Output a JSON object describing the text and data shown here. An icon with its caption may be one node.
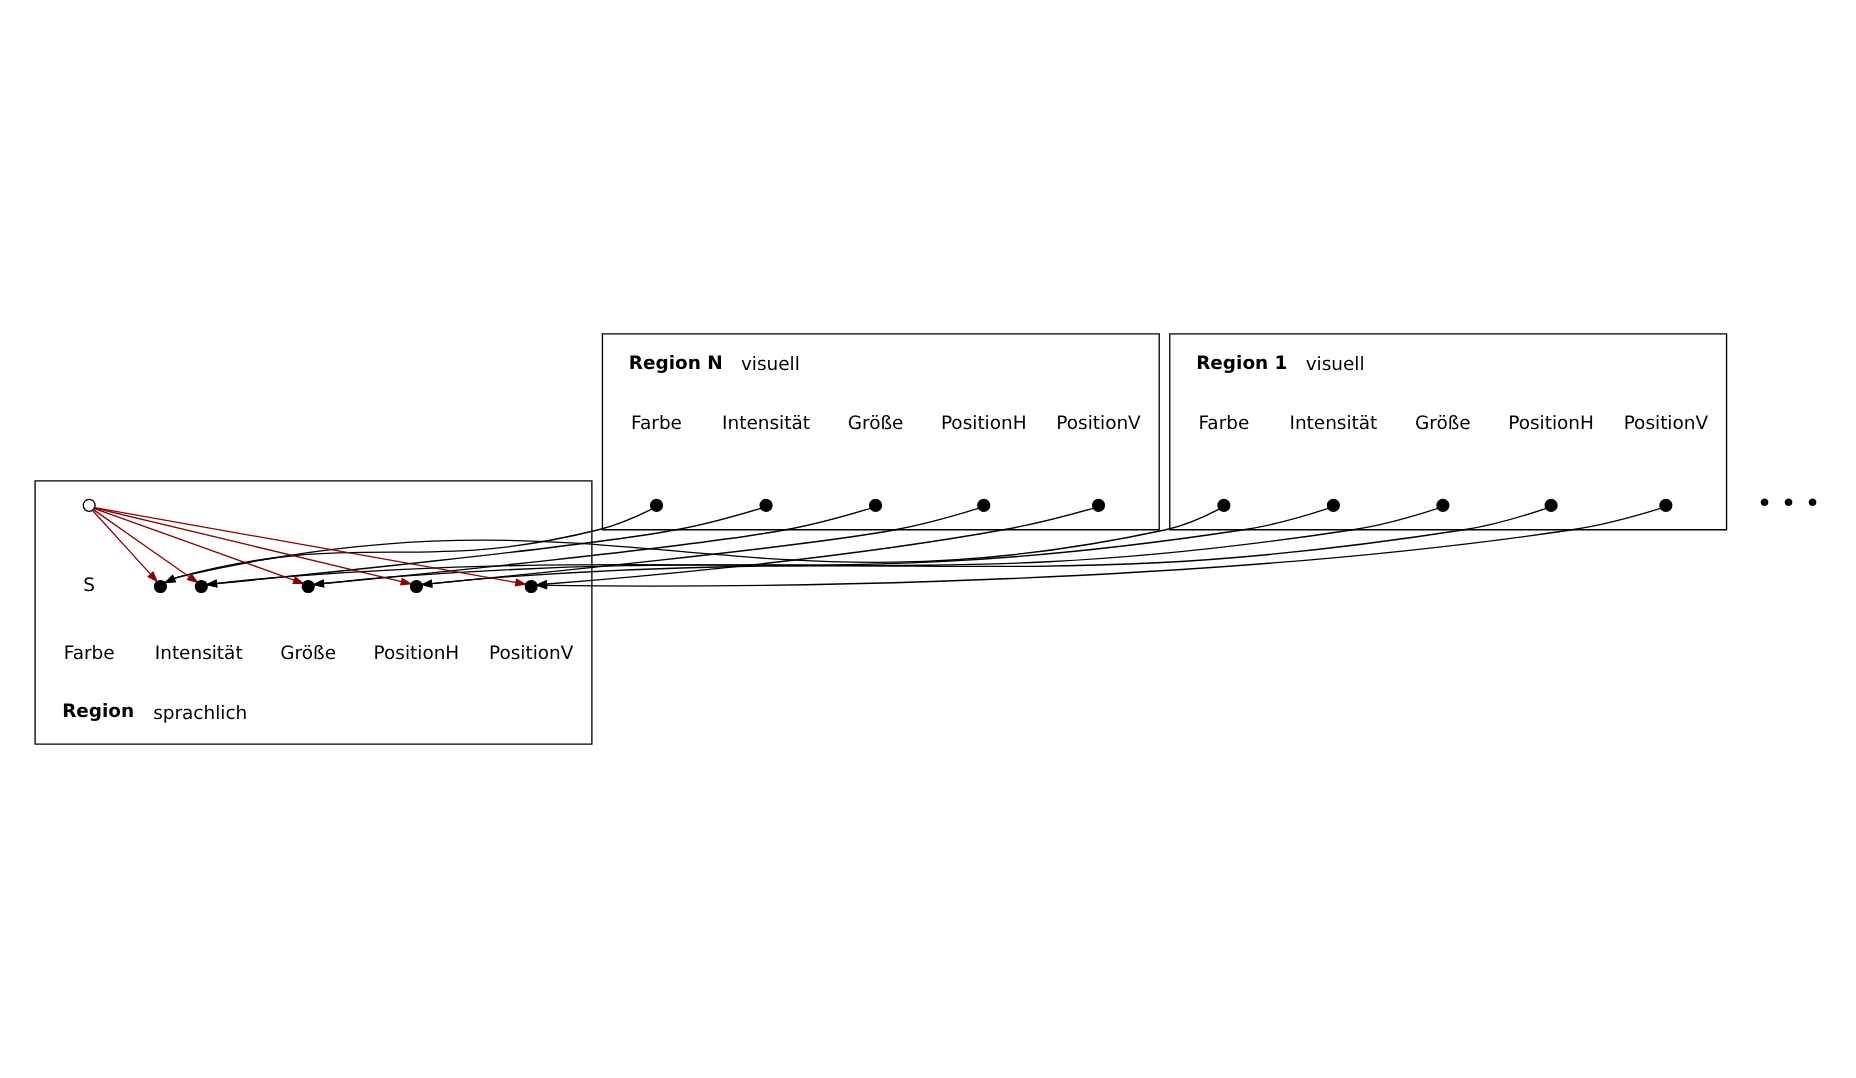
{
  "diagram": {
    "nodes": [
      {
        "text": [
          "Region 1",
          "visuell"
        ]
      },
      {
        "text": [],
        "shape": "circle",
        "beside": [
          "Farbe"
        ],
        "in": 0
      },
      {
        "text": [],
        "shape": "circle",
        "beside": [
          "Intensität"
        ],
        "in": 0
      },
      {
        "text": [],
        "shape": "circle",
        "beside": [
          "Größe"
        ],
        "in": 0
      },
      {
        "text": [],
        "shape": "circle",
        "beside": [
          "PositionH"
        ],
        "in": 0
      },
      {
        "text": [],
        "shape": "circle",
        "beside": [
          "PositionV"
        ],
        "in": 0
      },
      {
        "text": [
          "Region N",
          "visuell"
        ]
      },
      {
        "text": [],
        "shape": "circle",
        "beside": [
          "Farbe"
        ],
        "in": 6
      },
      {
        "text": [],
        "shape": "circle",
        "beside": [
          "Intensität"
        ],
        "in": 6
      },
      {
        "text": [],
        "shape": "circle",
        "beside": [
          "Größe"
        ],
        "in": 6
      },
      {
        "text": [],
        "shape": "circle",
        "beside": [
          "PositionH"
        ],
        "in": 6
      },
      {
        "text": [],
        "shape": "circle",
        "beside": [
          "PositionV"
        ],
        "in": 6
      },
      {
        "text": [
          "Region",
          "sprachlich"
        ]
      },
      {
        "text": [],
        "shape": "circle",
        "beside": [
          "S"
        ],
        "in": 12
      },
      {
        "text": [],
        "shape": "circle",
        "beside": [
          "Farbe"
        ],
        "in": 12
      },
      {
        "text": [],
        "shape": "circle",
        "beside": [
          "Intensität"
        ],
        "in": 12
      },
      {
        "text": [],
        "shape": "circle",
        "beside": [
          "Größe"
        ],
        "in": 12
      },
      {
        "text": [],
        "shape": "circle",
        "beside": [
          "PositionH"
        ],
        "in": 12
      },
      {
        "text": [],
        "shape": "circle",
        "beside": [
          "PositionV"
        ],
        "in": 12
      }
    ],
    "edges": [
      {
        "from": 1,
        "to": 14,
        "arrow": "to"
      },
      {
        "from": 2,
        "to": 15,
        "arrow": "to"
      },
      {
        "from": 3,
        "to": 16,
        "arrow": "to"
      },
      {
        "from": 4,
        "to": 17,
        "arrow": "to"
      },
      {
        "from": 5,
        "to": 18,
        "arrow": "to"
      },
      {
        "from": 7,
        "to": 14,
        "arrow": "to"
      },
      {
        "from": 8,
        "to": 15,
        "arrow": "to"
      },
      {
        "from": 9,
        "to": 16,
        "arrow": "to"
      },
      {
        "from": 10,
        "to": 17,
        "arrow": "to"
      },
      {
        "from": 11,
        "to": 18,
        "arrow": "to"
      },
      {
        "from": 13,
        "to": 14,
        "arrow": "to",
        "color": "#8b0000"
      },
      {
        "from": 13,
        "to": 15,
        "arrow": "to",
        "color": "#8b0000"
      },
      {
        "from": 13,
        "to": 16,
        "arrow": "to",
        "color": "#8b0000"
      },
      {
        "from": 13,
        "to": 17,
        "arrow": "to",
        "color": "#8b0000"
      },
      {
        "from": 13,
        "to": 18,
        "arrow": "to",
        "color": "#8b0000"
      }
    ],
    "labels": [
      "• • •"
    ]
  }
}
